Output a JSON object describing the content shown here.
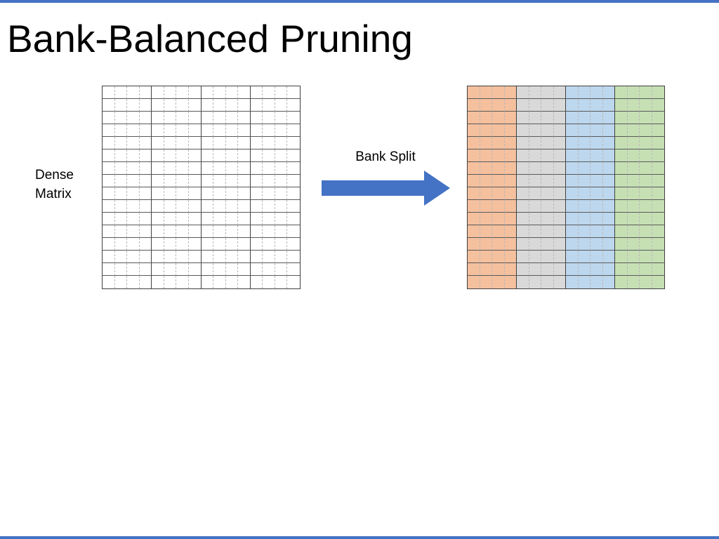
{
  "slide": {
    "title": "Bank-Balanced Pruning",
    "edge_color": "#4472C4"
  },
  "dense_matrix": {
    "label_line1": "Dense",
    "label_line2": "Matrix",
    "rows": 16,
    "cols": 16,
    "bank_size": 4
  },
  "arrow": {
    "label": "Bank Split",
    "color": "#4472C4"
  },
  "banked_matrix": {
    "rows": 16,
    "cols": 16,
    "bank_size": 4,
    "bank_colors": [
      "#F5C09E",
      "#D9D9D9",
      "#BDD7EE",
      "#C6E0B4"
    ]
  }
}
